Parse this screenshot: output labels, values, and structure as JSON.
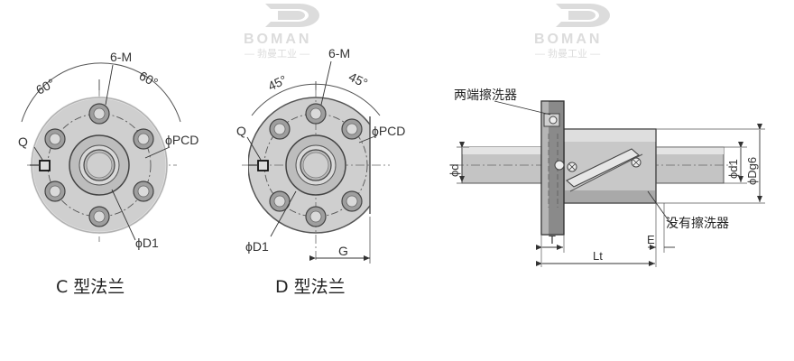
{
  "watermark": {
    "brand": "BOMAN",
    "tagline": "— 勃曼工业 —"
  },
  "captions": {
    "c_flange": "C 型法兰",
    "d_flange": "D 型法兰"
  },
  "c_view": {
    "bolt_label": "6-M",
    "angle_left": "60°",
    "angle_right": "60°",
    "q_label": "Q",
    "pcd_label": "ϕPCD",
    "d1_label": "ϕD1"
  },
  "d_view": {
    "bolt_label": "6-M",
    "angle_left": "45°",
    "angle_right": "45°",
    "q_label": "Q",
    "pcd_label": "ϕPCD",
    "d1_label": "ϕD1",
    "g_label": "G"
  },
  "side_view": {
    "both_wipers": "两端擦洗器",
    "no_wiper": "没有擦洗器",
    "d_label": "ϕd",
    "d1_label": "ϕd1",
    "dg6_label": "ϕDg6",
    "t_label": "T",
    "e_label": "E",
    "lt_label": "Lt"
  }
}
